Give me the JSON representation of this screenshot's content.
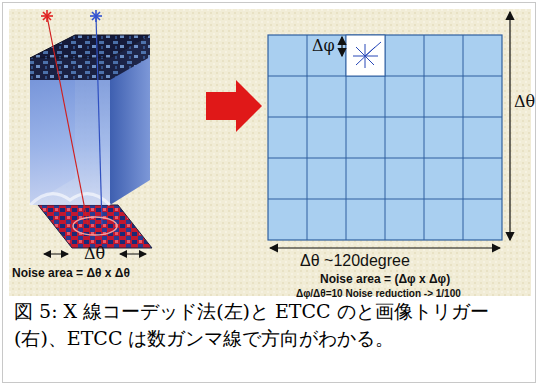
{
  "diagram": {
    "caption": "図 5: X 線コーデッド法(左)と ETCC のと画像トリガー(右)、ETCC は数ガンマ線で方向がわかる。",
    "labels": [
      "Δθ",
      "Noise area = Δθ x Δθ",
      "Δφ",
      "Δθ",
      "Δθ ~120degree",
      "Noise area = (Δφ x Δφ)",
      "Δφ/Δθ=10 Noise reduction -> 1/100"
    ]
  }
}
